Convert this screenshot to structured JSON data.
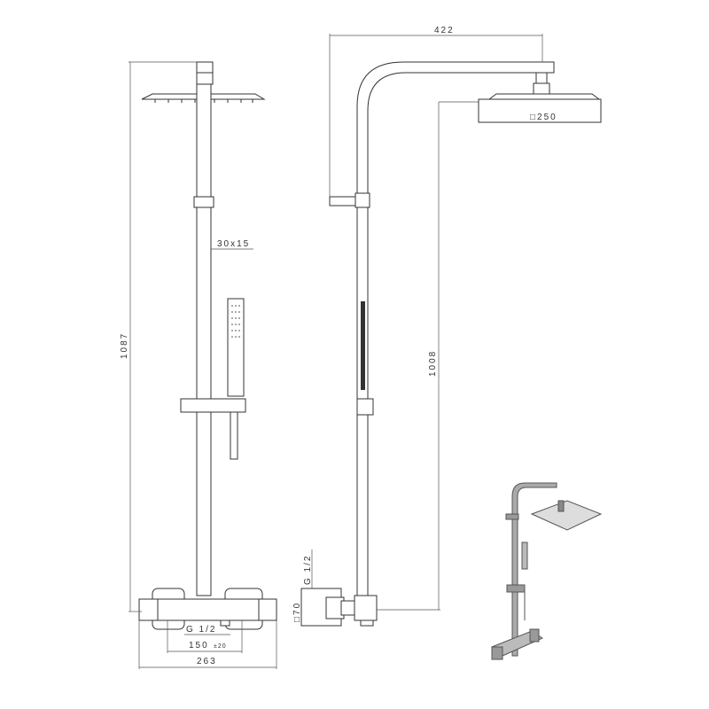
{
  "front_view": {
    "height_dim": "1087",
    "bar_section": "30x15",
    "inlet_thread": "G 1/2",
    "centre_distance": "150",
    "centre_tolerance": "±20",
    "width_dim": "263"
  },
  "side_view": {
    "arm_projection": "422",
    "head_size": "□250",
    "head_height_dim": "1008",
    "wall_flange": "□70",
    "inlet_thread": "G 1/2"
  }
}
